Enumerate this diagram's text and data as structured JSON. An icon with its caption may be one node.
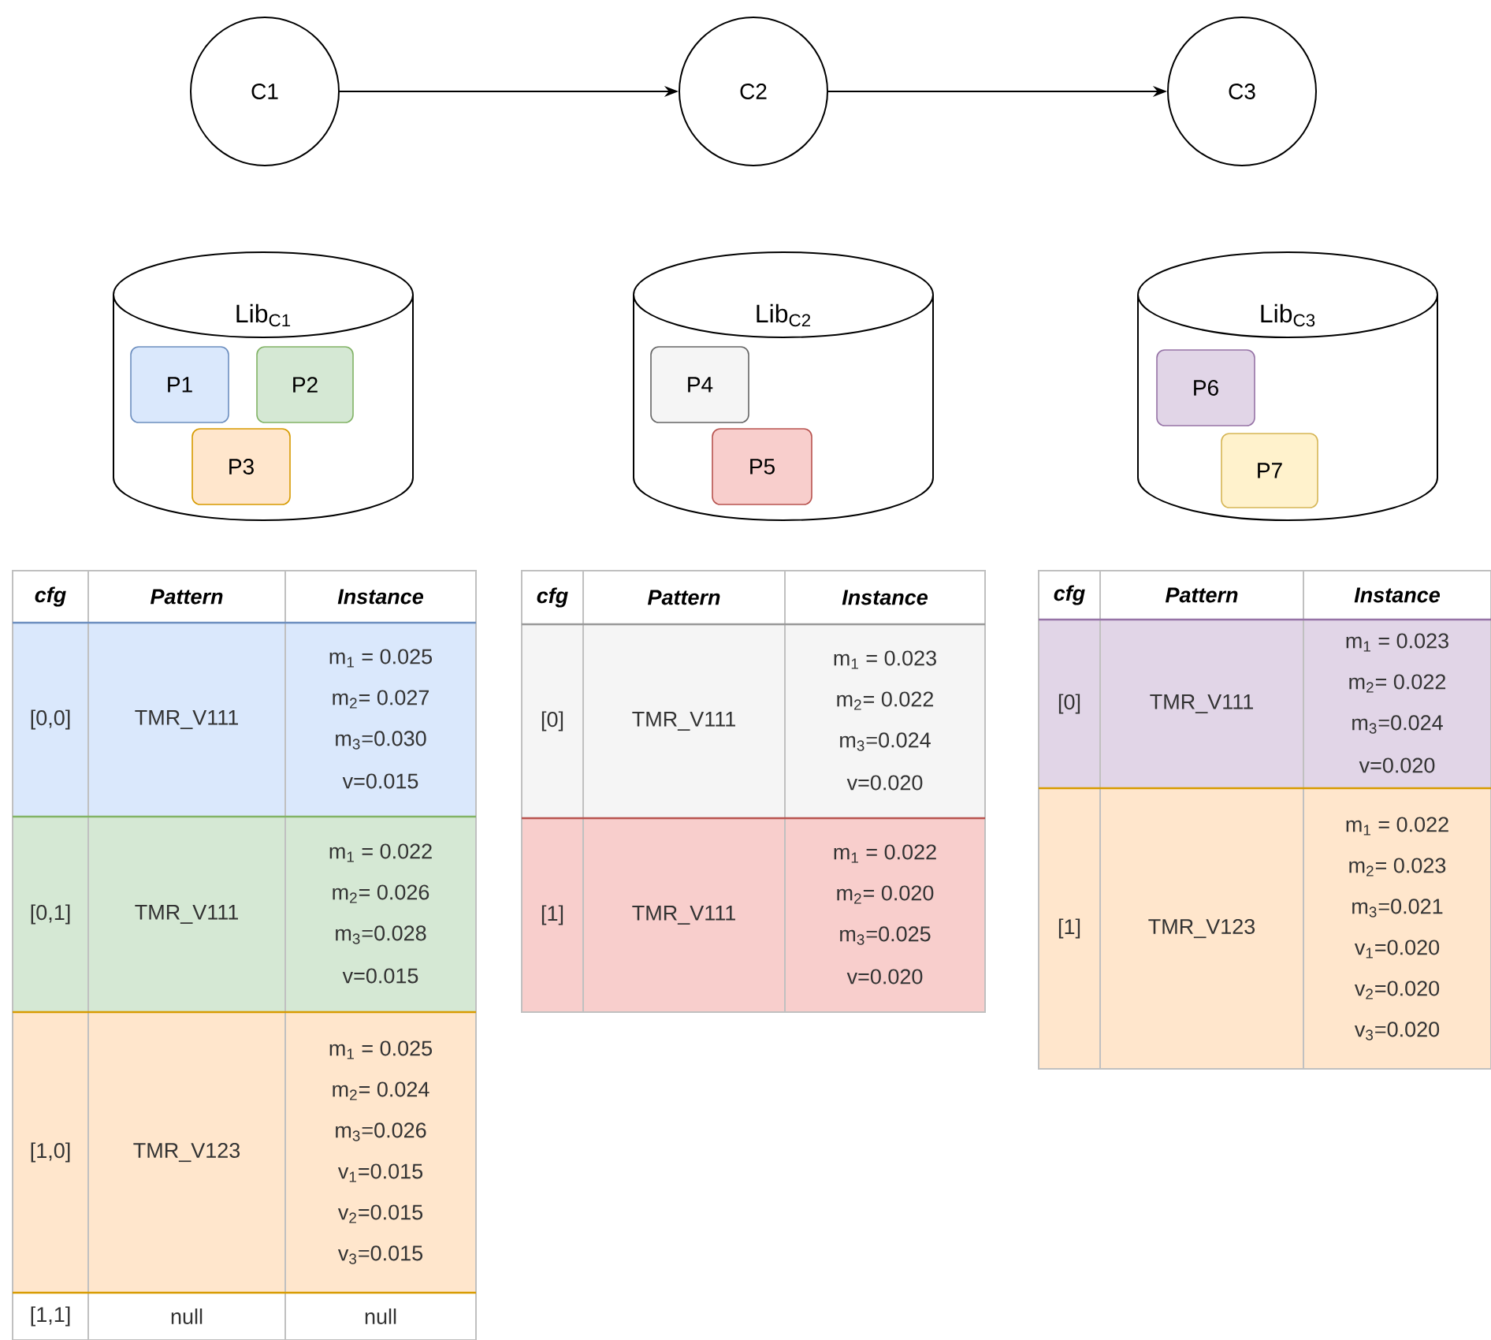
{
  "diagram": {
    "nodes": [
      {
        "text": [
          "C1"
        ]
      },
      {
        "text": [
          "C2"
        ]
      },
      {
        "text": [
          "C3"
        ]
      },
      {
        "text": [
          "Lib$_{C1}$"
        ]
      },
      {
        "text": [
          "P1"
        ],
        "in": 3
      },
      {
        "text": [
          "P2"
        ],
        "in": 3
      },
      {
        "text": [
          "P3"
        ],
        "in": 3
      },
      {
        "text": [
          "Lib$_{C2}$"
        ]
      },
      {
        "text": [
          "P4"
        ],
        "in": 7
      },
      {
        "text": [
          "P5"
        ],
        "in": 7
      },
      {
        "text": [
          "Lib$_{C3}$"
        ]
      },
      {
        "text": [
          "P6"
        ],
        "in": 10
      },
      {
        "text": [
          "P7"
        ],
        "in": 10
      }
    ],
    "edges": [
      {
        "from": 0,
        "to": 1,
        "arrow": "to"
      },
      {
        "from": 1,
        "to": 2,
        "arrow": "to"
      }
    ],
    "labels": [
      "cfg",
      "Pattern",
      "Instance",
      "[0,0]",
      "TMR_V111",
      "m$_{1}$ = 0.025",
      "m$_{2}$= 0.027",
      "m$_{3}$=0.030",
      "v=0.015",
      "[0,1]",
      "TMR_V111",
      "m$_{1}$ = 0.022",
      "m$_{2}$= 0.026",
      "m$_{3}$=0.028",
      "v=0.015",
      "[1,0]",
      "TMR_V123",
      "m$_{1}$ = 0.025",
      "m$_{2}$= 0.024",
      "m$_{3}$=0.026",
      "v$_{1}$=0.015",
      "v$_{2}$=0.015",
      "v$_{3}$=0.015",
      "[1,1]",
      "null",
      "null",
      "cfg",
      "Pattern",
      "Instance",
      "[0]",
      "TMR_V111",
      "m$_{1}$ = 0.023",
      "m$_{2}$= 0.022",
      "m$_{3}$=0.024",
      "v=0.020",
      "[1]",
      "TMR_V111",
      "m$_{1}$ = 0.022",
      "m$_{2}$= 0.020",
      "m$_{3}$=0.025",
      "v=0.020",
      "cfg",
      "Pattern",
      "Instance",
      "[0]",
      "TMR_V111",
      "m$_{1}$ = 0.023",
      "m$_{2}$= 0.022",
      "m$_{3}$=0.024",
      "v=0.020",
      "[1]",
      "TMR_V123",
      "m$_{1}$ = 0.022",
      "m$_{2}$= 0.023",
      "m$_{3}$=0.021",
      "v$_{1}$=0.020",
      "v$_{2}$=0.020",
      "v$_{3}$=0.020"
    ]
  }
}
